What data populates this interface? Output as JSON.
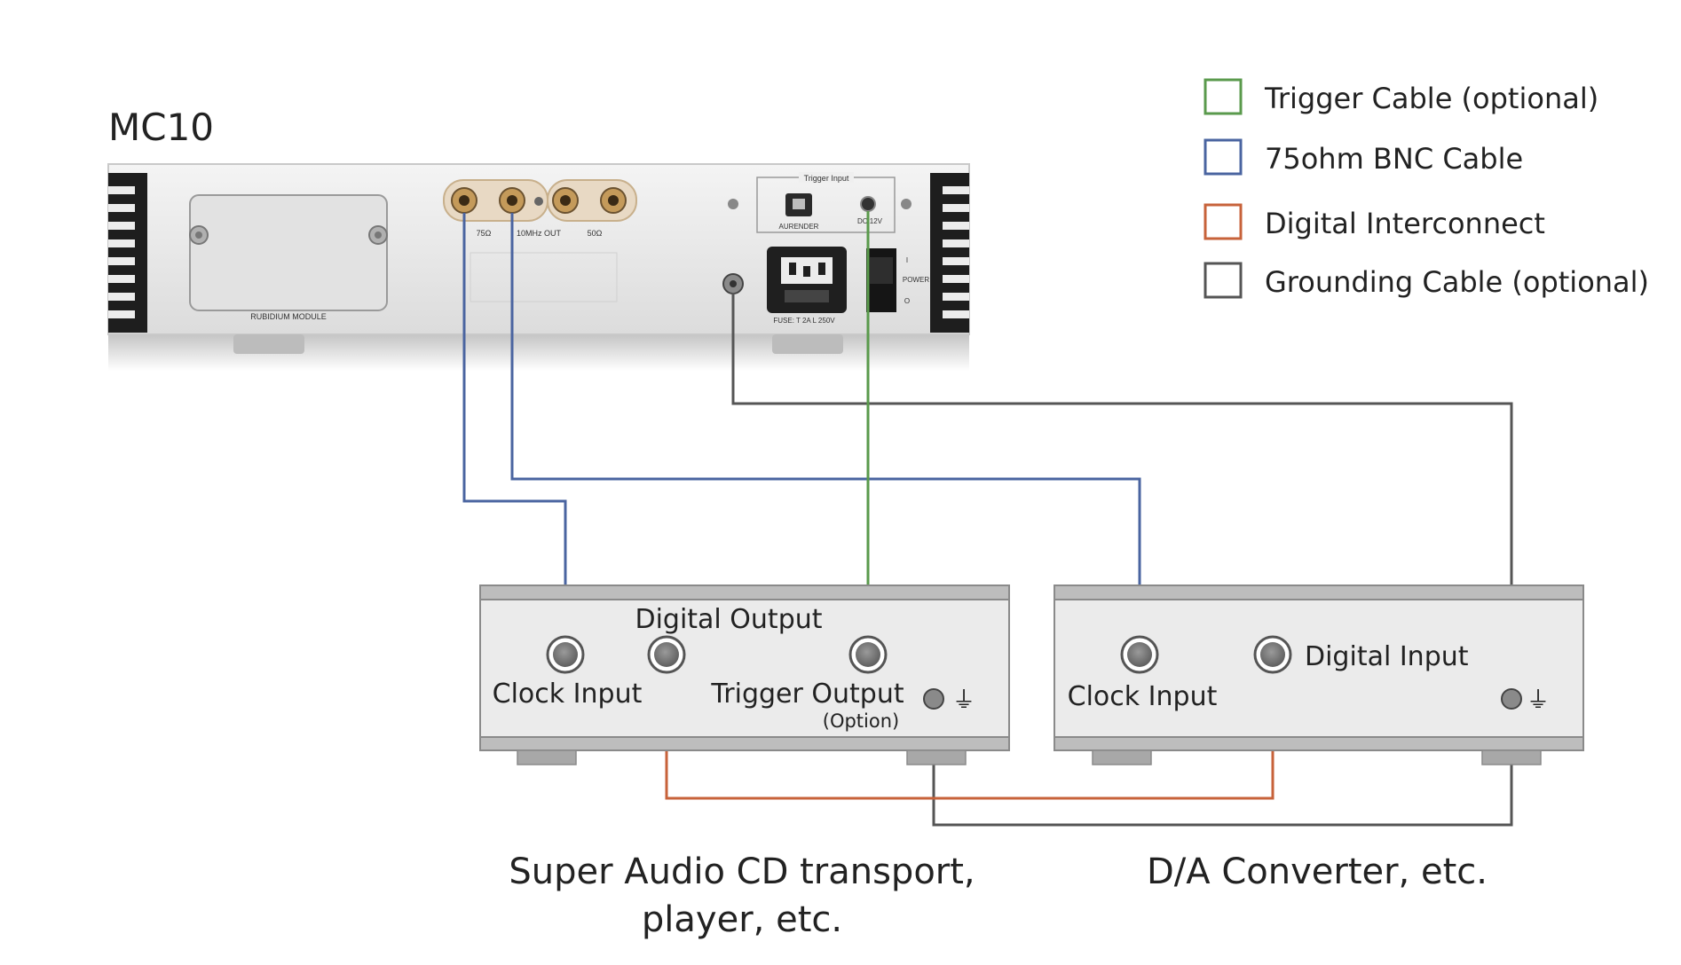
{
  "device_title": "MC10",
  "legend": [
    {
      "label": "Trigger Cable (optional)",
      "color": "#5a9a4c"
    },
    {
      "label": "75ohm BNC Cable",
      "color": "#4a64a0"
    },
    {
      "label": "Digital Interconnect",
      "color": "#c7623a"
    },
    {
      "label": "Grounding Cable (optional)",
      "color": "#555555"
    }
  ],
  "mc10_panel": {
    "rubidium_label": "RUBIDIUM MODULE",
    "bnc_75": "75Ω",
    "bnc_out": "10MHz OUT",
    "bnc_50": "50Ω",
    "trigger_input": "Trigger Input",
    "aurender": "AURENDER",
    "dc12v": "DC 12V",
    "power": "POWER",
    "power_on": "I",
    "power_off": "O",
    "fuse": "FUSE: T 2A L 250V"
  },
  "transport": {
    "digital_output": "Digital Output",
    "clock_input": "Clock Input",
    "trigger_output": "Trigger Output",
    "option": "(Option)",
    "ground_symbol": "⏚",
    "caption_line1": "Super Audio CD transport,",
    "caption_line2": "player, etc."
  },
  "dac": {
    "clock_input": "Clock Input",
    "digital_input": "Digital Input",
    "ground_symbol": "⏚",
    "caption": "D/A Converter, etc."
  }
}
